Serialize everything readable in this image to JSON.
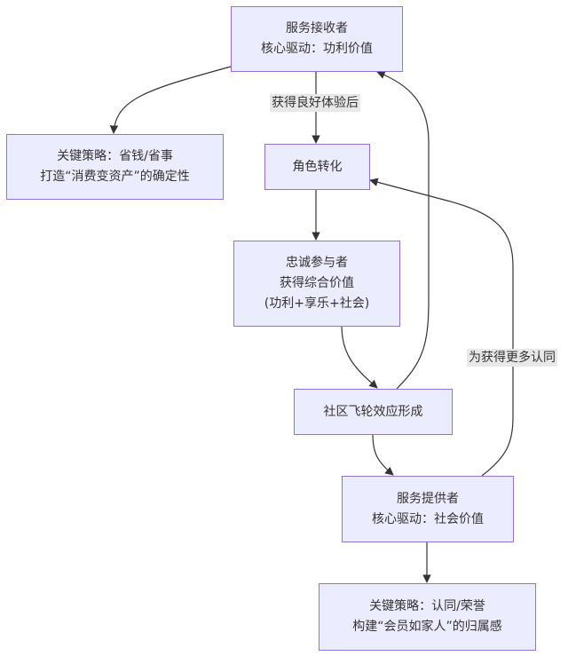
{
  "diagram": {
    "type": "flowchart",
    "colors": {
      "node_fill": "#ececff",
      "node_border": "#9370db",
      "edge": "#333333",
      "text": "#333333",
      "edge_label_bg": "#e8e8e8"
    },
    "nodes": [
      {
        "id": "receiver",
        "lines": [
          "服务接收者",
          "核心驱动：功利价值"
        ]
      },
      {
        "id": "strategy1",
        "lines": [
          "关键策略：省钱/省事",
          "打造“消费变资产”的确定性"
        ]
      },
      {
        "id": "transform",
        "lines": [
          "角色转化"
        ]
      },
      {
        "id": "loyal",
        "lines": [
          "忠诚参与者",
          "获得综合价值",
          "(功利+享乐+社会)"
        ]
      },
      {
        "id": "flywheel",
        "lines": [
          "社区飞轮效应形成"
        ]
      },
      {
        "id": "provider",
        "lines": [
          "服务提供者",
          "核心驱动：社会价值"
        ]
      },
      {
        "id": "strategy2",
        "lines": [
          "关键策略：认同/荣誉",
          "构建“会员如家人”的归属感"
        ]
      }
    ],
    "edges": [
      {
        "from": "receiver",
        "to": "strategy1",
        "label": ""
      },
      {
        "from": "receiver",
        "to": "transform",
        "label": "获得良好体验后"
      },
      {
        "from": "transform",
        "to": "loyal",
        "label": ""
      },
      {
        "from": "loyal",
        "to": "flywheel",
        "label": ""
      },
      {
        "from": "flywheel",
        "to": "receiver",
        "label": ""
      },
      {
        "from": "flywheel",
        "to": "provider",
        "label": ""
      },
      {
        "from": "provider",
        "to": "transform",
        "label": "为获得更多认同"
      },
      {
        "from": "provider",
        "to": "strategy2",
        "label": ""
      }
    ]
  }
}
